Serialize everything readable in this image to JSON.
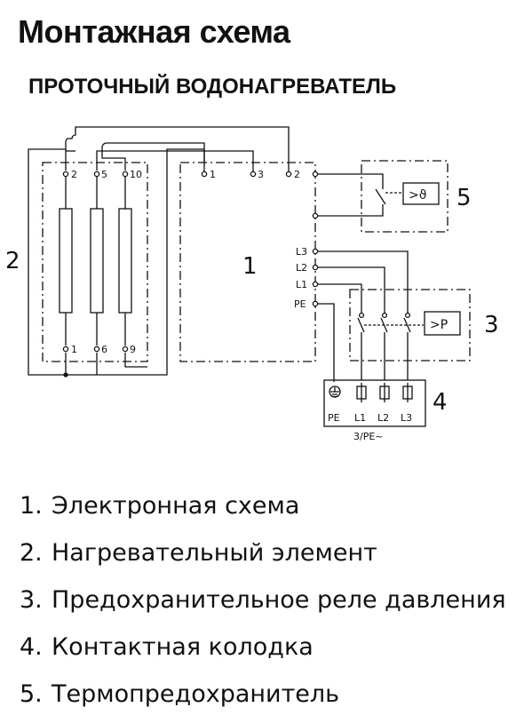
{
  "title": "Монтажная схема",
  "subtitle": "ПРОТОЧНЫЙ ВОДОНАГРЕВАТЕЛЬ",
  "diagram": {
    "heater_terminals_top": [
      "2",
      "5",
      "10"
    ],
    "heater_terminals_bottom": [
      "1",
      "6",
      "9"
    ],
    "board_terminals_top": [
      "1",
      "3",
      "2"
    ],
    "board_phase_labels": [
      "L3",
      "L2",
      "L1",
      "PE"
    ],
    "block_numbers": [
      "1",
      "2",
      "3",
      "4",
      "5"
    ],
    "thermo_symbol": ">ϑ",
    "pressure_symbol": ">P",
    "terminal_block_labels": [
      "PE",
      "L1",
      "L2",
      "L3"
    ],
    "supply_label": "3/PE~"
  },
  "legend": [
    {
      "num": "1.",
      "text": "Электронная схема"
    },
    {
      "num": "2.",
      "text": "Нагревательный элемент"
    },
    {
      "num": "3.",
      "text": "Предохранительное реле давления"
    },
    {
      "num": "4.",
      "text": "Контактная колодка"
    },
    {
      "num": "5.",
      "text": "Термопредохранитель"
    }
  ]
}
